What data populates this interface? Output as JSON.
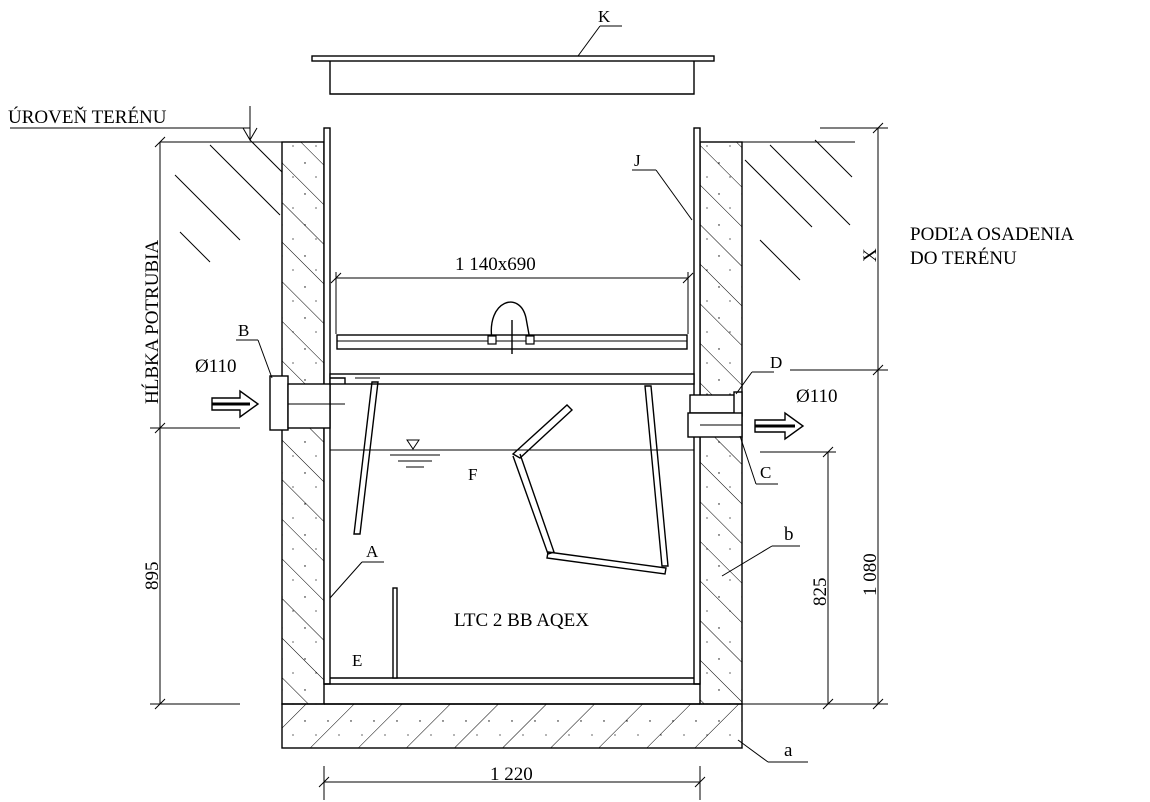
{
  "labels": {
    "ground_level": "ÚROVEŇ TERÉNU",
    "pipe_depth": "HĹBKA POTRUBIA",
    "install_note_line1": "PODĽA OSADENIA",
    "install_note_line2": "DO TERÉNU",
    "tank_name": "LTC 2 BB AQEX",
    "inlet_diameter": "Ø110",
    "outlet_diameter": "Ø110"
  },
  "dimensions": {
    "inner_opening": "1 140x690",
    "width": "1 220",
    "left_height": "895",
    "water_height": "825",
    "right_height": "1 080",
    "cover_height": "X"
  },
  "part_letters": {
    "A": "A",
    "B": "B",
    "C": "C",
    "D": "D",
    "E": "E",
    "F": "F",
    "J": "J",
    "K": "K",
    "a": "a",
    "b": "b"
  }
}
